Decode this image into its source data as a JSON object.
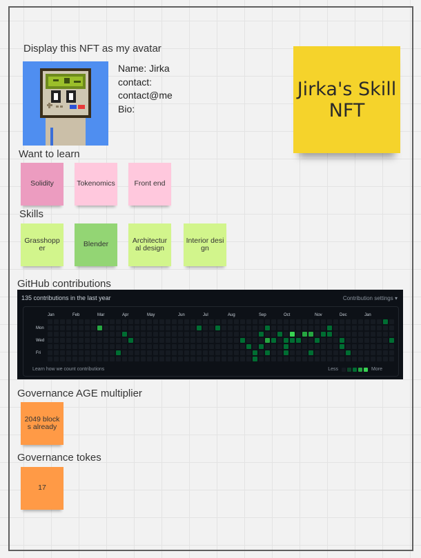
{
  "header_display": "Display this NFT as my avatar",
  "profile": {
    "name": "Name: Jirka",
    "contact_label": "contact:",
    "contact_value": "contact@me",
    "bio": "Bio:"
  },
  "title_note": "Jirka's Skill NFT",
  "want_to_learn": {
    "heading": "Want to learn",
    "items": [
      "Solidity",
      "Tokenomics",
      "Front end"
    ]
  },
  "skills": {
    "heading": "Skills",
    "items": [
      "Grasshopper",
      "Blender",
      "Architectural design",
      "Interior design"
    ]
  },
  "github": {
    "heading": "GitHub contributions",
    "summary": "135 contributions in the last year",
    "settings": "Contribution settings ▾",
    "months": [
      "Jan",
      "Feb",
      "Mar",
      "Apr",
      "May",
      "Jun",
      "Jul",
      "Aug",
      "Sep",
      "Oct",
      "Nov",
      "Dec",
      "Jan"
    ],
    "days": [
      "Mon",
      "Wed",
      "Fri"
    ],
    "footer": "Learn how we count contributions",
    "less": "Less",
    "more": "More",
    "colors": {
      "empty": "#161b22",
      "l1": "#0e4429",
      "l2": "#006d32",
      "l3": "#26a641",
      "l4": "#39d353"
    }
  },
  "governance_age": {
    "heading": "Governance AGE multiplier",
    "note": "2049 blocks already"
  },
  "governance_tokens": {
    "heading": "Governance tokes",
    "note": "17"
  },
  "colors": {
    "avatar_bg": "#4f8ef0",
    "title_note": "#f5d32b",
    "pink": "#ffc8dd",
    "lime": "#d2f58c",
    "green": "#93d574",
    "orange": "#ff9a46"
  }
}
